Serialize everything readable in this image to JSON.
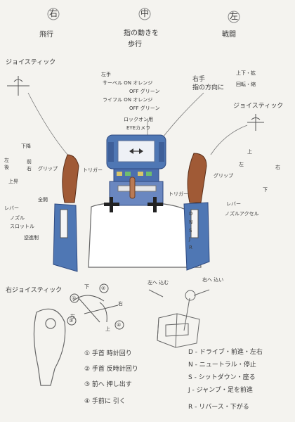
{
  "header": {
    "right_circle": "右",
    "center_circle": "中",
    "left_circle": "左",
    "right_label": "飛行",
    "center_label_1": "指の動きを",
    "center_label_2": "歩行",
    "left_label": "戦闘"
  },
  "left_side": {
    "joystick": "ジョイスティック",
    "down": "下降",
    "left": "左",
    "back": "後",
    "front": "前",
    "right": "右",
    "up": "上昇",
    "grip": "グリップ",
    "trigger": "トリガー",
    "full_power": "全開",
    "lever": "レバー",
    "nozzle": "ノズル",
    "throttle": "スロットル",
    "reverse": "逆進制"
  },
  "center_top": {
    "line1": "左手",
    "line2": "サーベル ON オレンジ",
    "line3": "OFF グリーン",
    "line4": "ライフル ON オレンジ",
    "line5": "OFF グリーン",
    "line6": "ロックオン用",
    "line7": "EYEカメラ"
  },
  "right_side": {
    "hand": "右手",
    "finger_dir": "指の方向に",
    "up_out": "上下・拡",
    "rotate": "回転・縮",
    "joystick": "ジョイスティック",
    "up": "上",
    "left": "左",
    "right": "右",
    "down": "下",
    "trigger": "トリガー",
    "grip": "グリップ",
    "lever": "レバー",
    "nozzle_accel": "ノズルアクセル"
  },
  "gear_marks": [
    "D",
    "N",
    "S",
    "J",
    "R"
  ],
  "bottom_left": {
    "title": "右ジョイスティック",
    "down": "下",
    "left": "左",
    "up": "上",
    "right": "右",
    "n1": "①",
    "n2": "②",
    "n3": "③",
    "n4": "④",
    "item1": "① 手首 時計回り",
    "item2": "② 手首 反時計回り",
    "item3": "③ 前へ 押し出す",
    "item4": "④ 手前に 引く"
  },
  "bottom_right": {
    "push_left": "左へ 込む",
    "push_right": "右へ 込い",
    "legend_d": "D - ドライブ・前進・左右",
    "legend_n": "N - ニュートラル・停止",
    "legend_s": "S - シットダウン・座る",
    "legend_j": "J - ジャンプ・足を前進",
    "legend_r": "R - リバース・下がる"
  }
}
